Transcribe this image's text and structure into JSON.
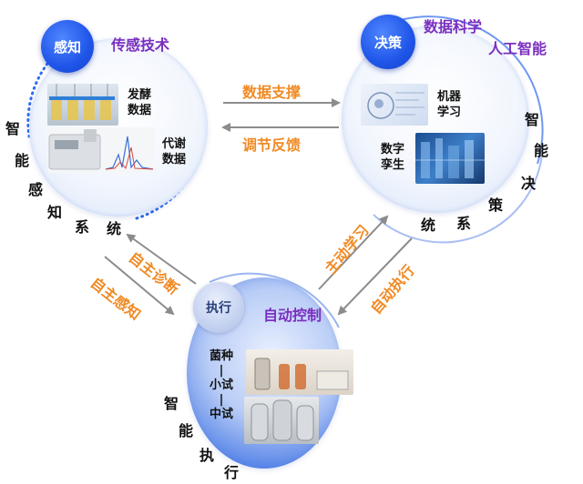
{
  "perception": {
    "badge": "感知",
    "title": "传感技术",
    "item1": [
      "发酵",
      "数据"
    ],
    "item2": [
      "代谢",
      "数据"
    ],
    "arc_text": [
      "智",
      "能",
      "感",
      "知",
      "系",
      "统"
    ]
  },
  "decision": {
    "badge": "决策",
    "title1": "数据科学",
    "title2": "人工智能",
    "item1": [
      "机器",
      "学习"
    ],
    "item2": [
      "数字",
      "孪生"
    ],
    "arc_text": [
      "智",
      "能",
      "决",
      "策",
      "系",
      "统"
    ]
  },
  "execution": {
    "badge": "执行",
    "title": "自动控制",
    "stack": [
      "菌种",
      "小试",
      "中试"
    ],
    "arc_text": [
      "智",
      "能",
      "执",
      "行"
    ]
  },
  "arrows": {
    "top_right": "数据支撑",
    "top_left": "调节反馈",
    "left_up": "自主诊断",
    "left_down": "自主感知",
    "right_up": "主动学习",
    "right_down": "自动执行"
  },
  "colors": {
    "accent_blue": "#1f55e8",
    "purple": "#7a2fbf",
    "orange": "#f08a24",
    "arrow_gray": "#8c8c8c"
  }
}
